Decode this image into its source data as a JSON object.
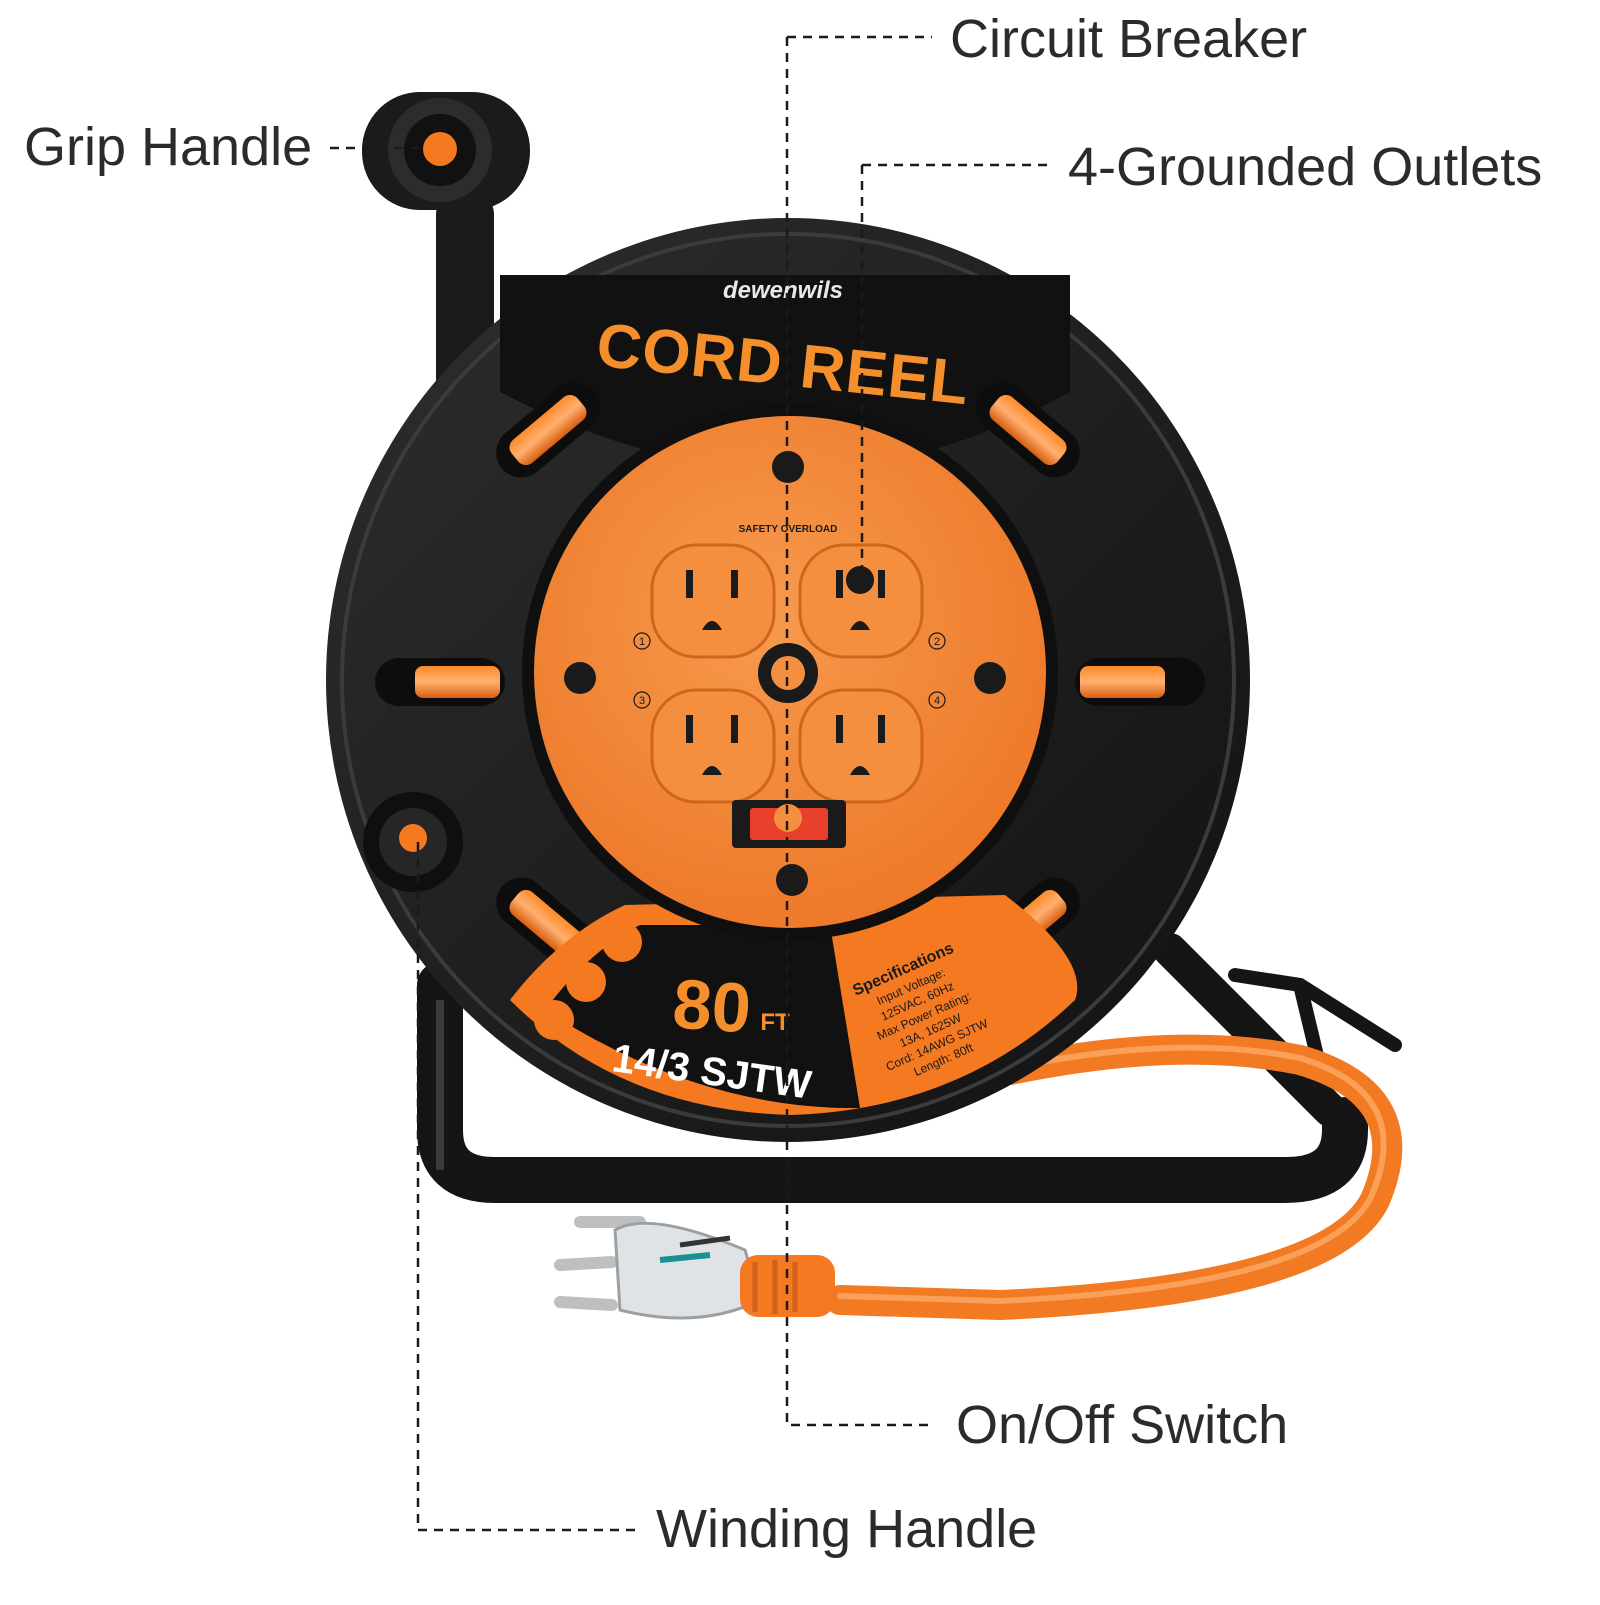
{
  "callouts": {
    "circuit_breaker": "Circuit Breaker",
    "outlets": "4-Grounded Outlets",
    "grip_handle": "Grip Handle",
    "switch": "On/Off Switch",
    "winding_handle": "Winding Handle"
  },
  "product": {
    "brand": "dewenwils",
    "title": "CORD REEL",
    "overload_label": "SAFETY OVERLOAD",
    "outlet_numbers": [
      "1",
      "2",
      "3",
      "4"
    ],
    "length_value": "80",
    "length_unit": "FT",
    "cable_rating": "14/3 SJTW",
    "specs_title": "Specifications",
    "specs_lines": [
      "Input Voltage:",
      "125VAC, 60Hz",
      "Max Power Rating:",
      "13A, 1625W",
      "Cord: 14AWG SJTW",
      "Length: 80ft"
    ]
  },
  "colors": {
    "accent_orange": "#f47920",
    "panel_orange": "#f58a35",
    "body_black": "#1c1c1c",
    "switch_red": "#e8402a",
    "label_text": "#2b2b2b"
  }
}
